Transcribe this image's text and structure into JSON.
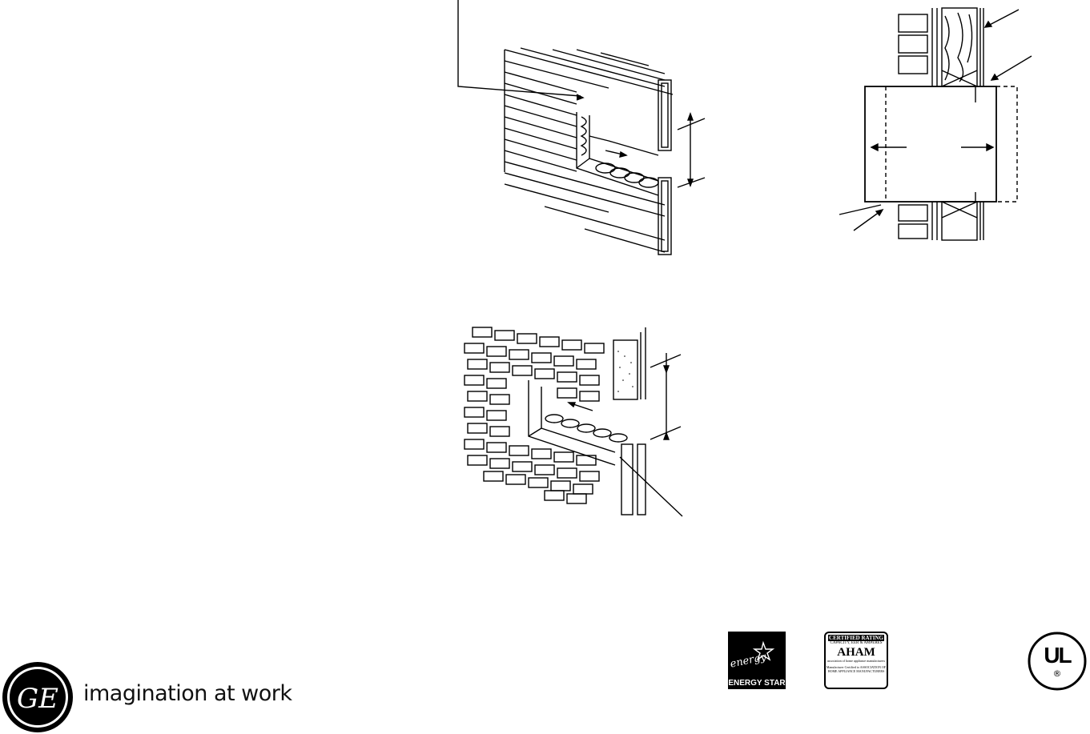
{
  "brand": {
    "tagline": "imagination at work",
    "monogram": "GE"
  },
  "certifications": {
    "energy_star_label": "ENERGY STAR",
    "energy_star_script": "energy",
    "aham_header": "CERTIFIED RATING",
    "aham_subheader": "CAPACITY, EER & AMPERES",
    "aham_name": "AHAM",
    "aham_association": "association of home appliance manufacturers",
    "aham_fine": "Manufacturer Certified to ASSOCIATION OF HOME APPLIANCE MANUFACTURERS",
    "ul_text": "UL",
    "ul_reg": "®"
  },
  "icons": [
    "ge-monogram-icon",
    "energy-star-icon",
    "aham-seal-icon",
    "ul-listing-icon"
  ]
}
